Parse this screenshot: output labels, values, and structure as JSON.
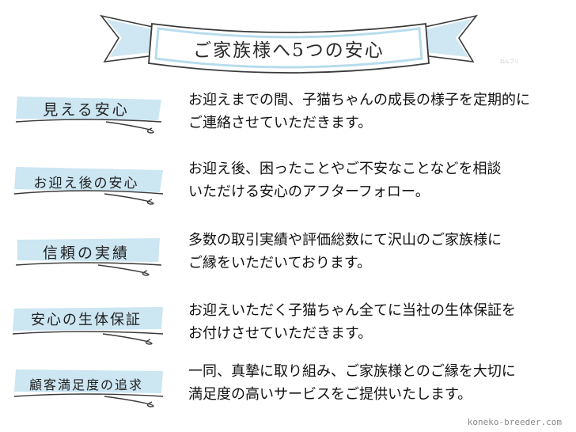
{
  "banner": {
    "title": "ご家族様へ5つの安心"
  },
  "watermark_small": "ねんブリ",
  "items": [
    {
      "label": "見える安心",
      "lines": [
        "お迎えまでの間、子猫ちゃんの成長の様子を定期的に",
        "ご連絡させていただきます。"
      ]
    },
    {
      "label": "お迎え後の安心",
      "lines": [
        "お迎え後、困ったことやご不安なことなどを相談",
        "いただける安心のアフターフォロー。"
      ]
    },
    {
      "label": "信頼の実績",
      "lines": [
        "多数の取引実績や評価総数にて沢山のご家族様に",
        "ご縁をいただいております。"
      ]
    },
    {
      "label": "安心の生体保証",
      "lines": [
        "お迎えいただく子猫ちゃん全てに当社の生体保証を",
        "お付けさせていただきます。"
      ]
    },
    {
      "label": "顧客満足度の追求",
      "lines": [
        "一同、真摯に取り組み、ご家族様とのご縁を大切に",
        "満足度の高いサービスをご提供いたします。"
      ]
    }
  ],
  "footer": {
    "url": "koneko-breeder.com"
  },
  "colors": {
    "accent_blue": "#b7dced",
    "ink": "#1a1a1a",
    "line": "#3a3a3a"
  }
}
